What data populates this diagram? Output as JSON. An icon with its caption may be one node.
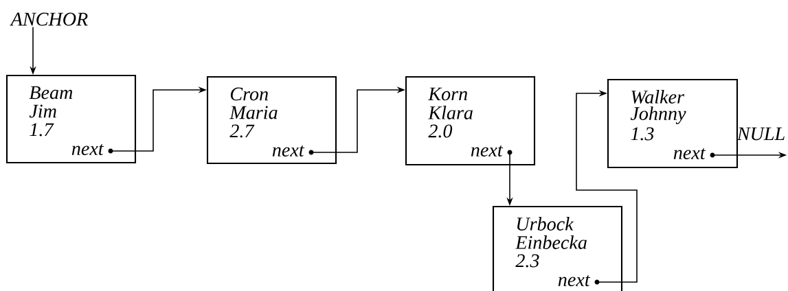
{
  "diagram": {
    "nodes": [
      {
        "text": [
          "ANCHOR"
        ]
      },
      {
        "text": [
          "Beam",
          "Jim",
          "1.7",
          "next"
        ]
      },
      {
        "text": [
          "Cron",
          "Maria",
          "2.7",
          "next"
        ]
      },
      {
        "text": [
          "Korn",
          "Klara",
          "2.0",
          "next"
        ]
      },
      {
        "text": [
          "Urbock",
          "Einbecka",
          "2.3",
          "next"
        ]
      },
      {
        "text": [
          "Walker",
          "Johnny",
          "1.3",
          "next"
        ]
      },
      {
        "text": [
          "NULL"
        ]
      }
    ],
    "edges": [
      {
        "from": 0,
        "to": 1,
        "arrow": "to"
      },
      {
        "from": 1,
        "to": 2,
        "arrow": "to"
      },
      {
        "from": 2,
        "to": 3,
        "arrow": "to"
      },
      {
        "from": 3,
        "to": 4,
        "arrow": "to"
      },
      {
        "from": 4,
        "to": 5,
        "arrow": "to"
      },
      {
        "from": 5,
        "to": 6,
        "arrow": "to"
      }
    ]
  }
}
